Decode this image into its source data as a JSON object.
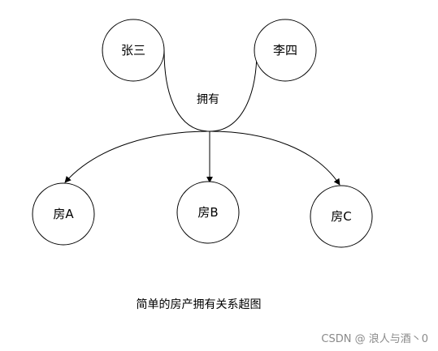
{
  "diagram": {
    "owners": [
      "张三",
      "李四"
    ],
    "relation_label": "拥有",
    "houses": [
      "房A",
      "房B",
      "房C"
    ],
    "caption": "简单的房产拥有关系超图"
  },
  "watermark": {
    "text": "CSDN @    浪人与酒丶0"
  },
  "colors": {
    "stroke": "#000000",
    "background": "#ffffff",
    "watermark": "#8a8a8a"
  }
}
